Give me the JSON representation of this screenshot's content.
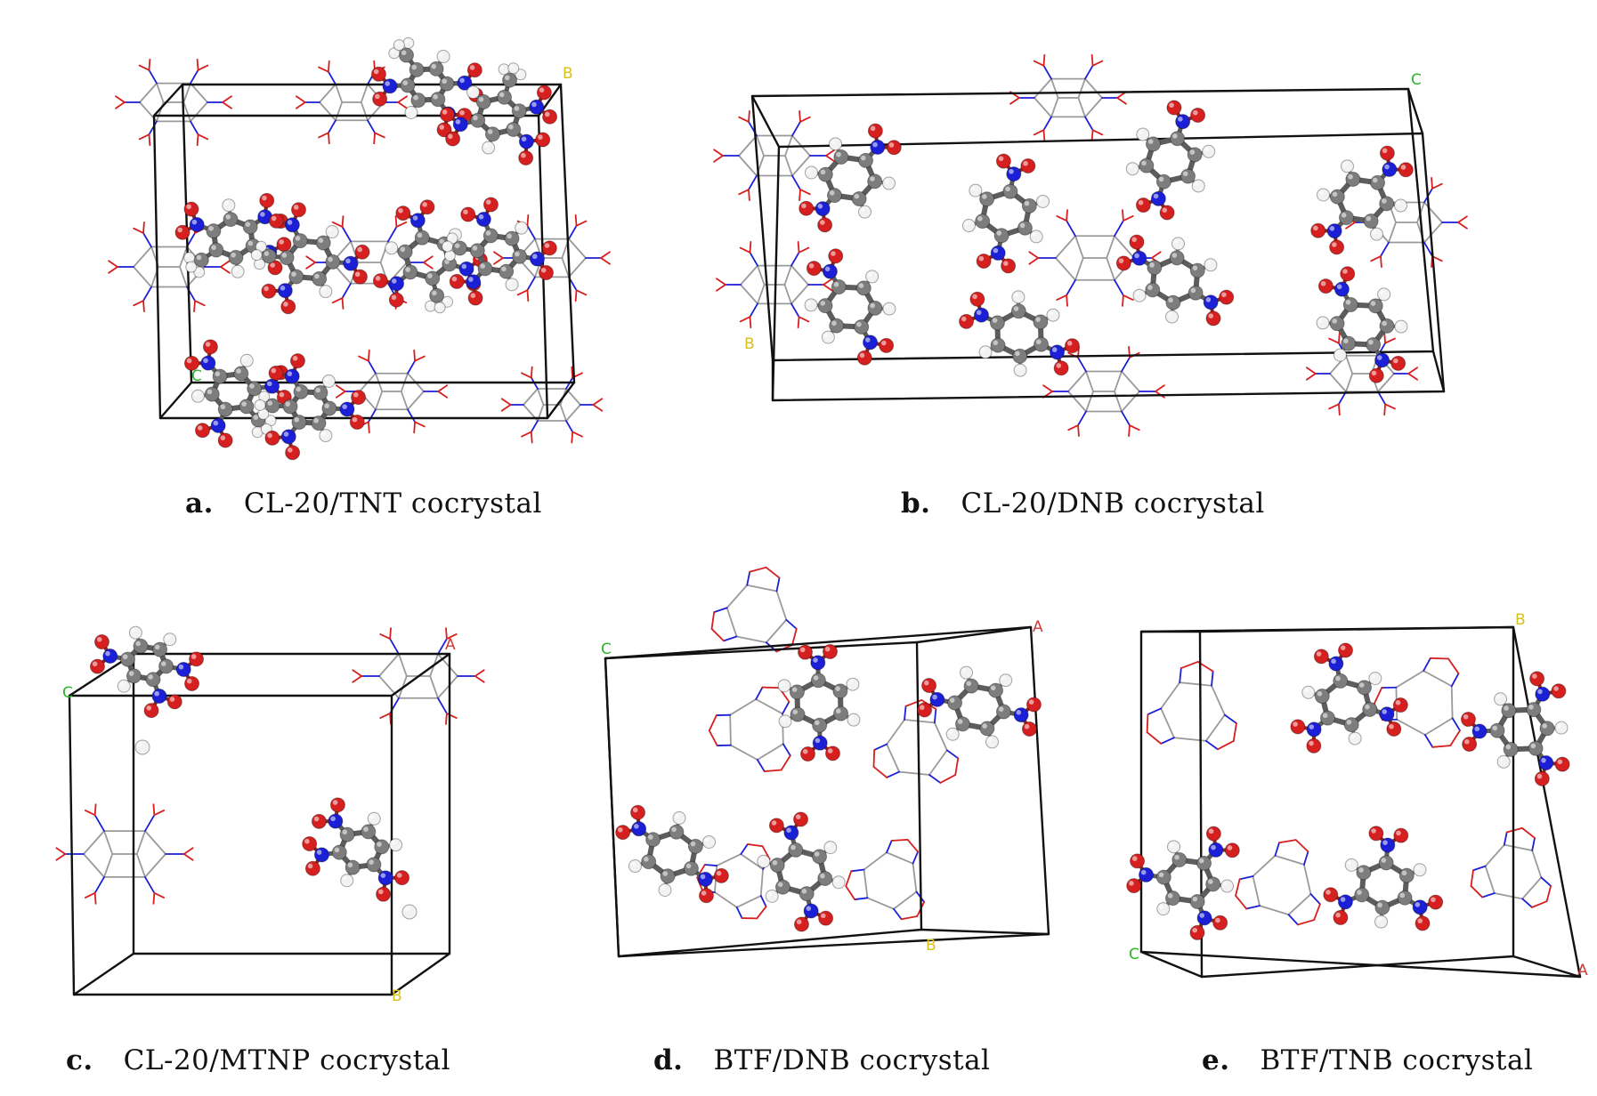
{
  "colors": {
    "carbon": "#7d7d7d",
    "nitrogen": "#1b1fd6",
    "oxygen": "#d61f1f",
    "hydrogen": "#f2f2f2",
    "box": "#111111",
    "axis_a": "#d13a3a",
    "axis_b": "#d8c21a",
    "axis_c": "#2bb52b"
  },
  "panels": [
    {
      "letter": "a.",
      "title": "CL-20/TNT cocrystal",
      "axes": [
        "B",
        "C"
      ]
    },
    {
      "letter": "b.",
      "title": "CL-20/DNB cocrystal",
      "axes": [
        "C",
        "B"
      ]
    },
    {
      "letter": "c.",
      "title": "CL-20/MTNP cocrystal",
      "axes": [
        "A",
        "C",
        "B"
      ]
    },
    {
      "letter": "d.",
      "title": "BTF/DNB cocrystal",
      "axes": [
        "C",
        "A",
        "B"
      ]
    },
    {
      "letter": "e.",
      "title": "BTF/TNB cocrystal",
      "axes": [
        "B",
        "C",
        "A"
      ]
    }
  ]
}
